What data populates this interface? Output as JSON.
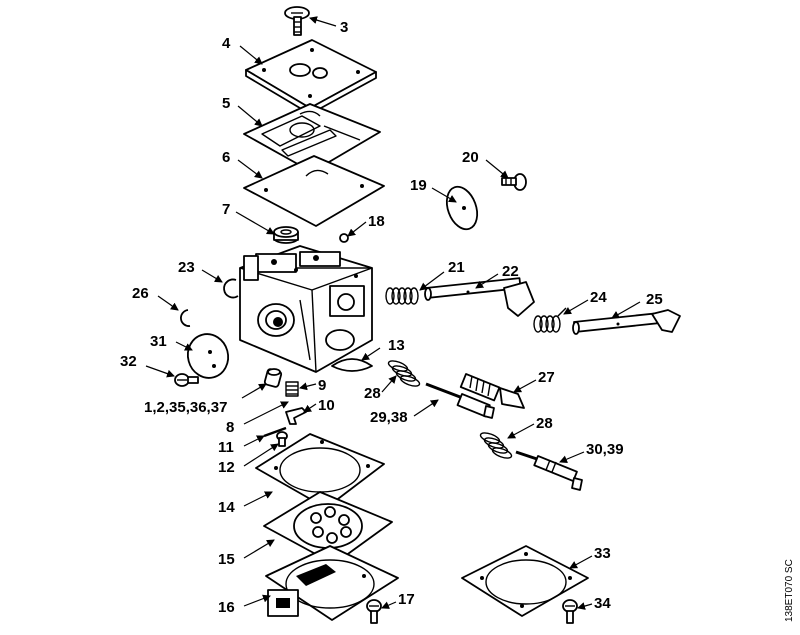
{
  "callouts": {
    "c3": "3",
    "c4": "4",
    "c5": "5",
    "c6": "6",
    "c7": "7",
    "c18": "18",
    "c19": "19",
    "c20": "20",
    "c21": "21",
    "c22": "22",
    "c23": "23",
    "c24": "24",
    "c25": "25",
    "c26": "26",
    "c13": "13",
    "c31": "31",
    "c32": "32",
    "c1group": "1,2,35,36,37",
    "c9": "9",
    "c8": "8",
    "c10": "10",
    "c11": "11",
    "c12": "12",
    "c28a": "28",
    "c27": "27",
    "c2938": "29,38",
    "c28b": "28",
    "c3039": "30,39",
    "c14": "14",
    "c15": "15",
    "c16": "16",
    "c17": "17",
    "c33": "33",
    "c34": "34"
  },
  "reference_code": "138ET070 SC"
}
